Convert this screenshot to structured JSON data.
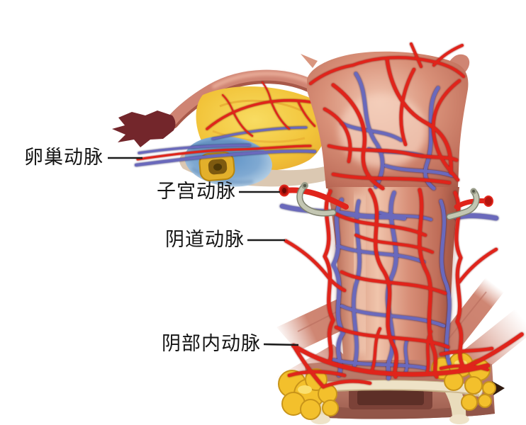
{
  "figure": {
    "kind": "female-reproductive-blood-supply-diagram",
    "labels": [
      {
        "text": "卵巢动脉"
      },
      {
        "text": "子宫动脉"
      },
      {
        "text": "阴道动脉"
      },
      {
        "text": "阴部内动脉"
      }
    ],
    "colors": {
      "artery_red": "#e0241b",
      "vein_blue": "#6a69bc",
      "tissue_pink": "#d18874",
      "tissue_highlight": "#f2c9b4",
      "ligament_yellow": "#f2c43a",
      "ovary_blue": "#6f9fcd",
      "corpus_luteum_yellow": "#e3b02b",
      "fimbriae_maroon": "#73262b",
      "ureter_gray": "#c3c6b2",
      "fat_yellow": "#f3c02c",
      "membrane_cream": "#eee2c6",
      "wall_dusky": "#b0705f",
      "label_text": "#151515",
      "background": "#ffffff"
    }
  }
}
